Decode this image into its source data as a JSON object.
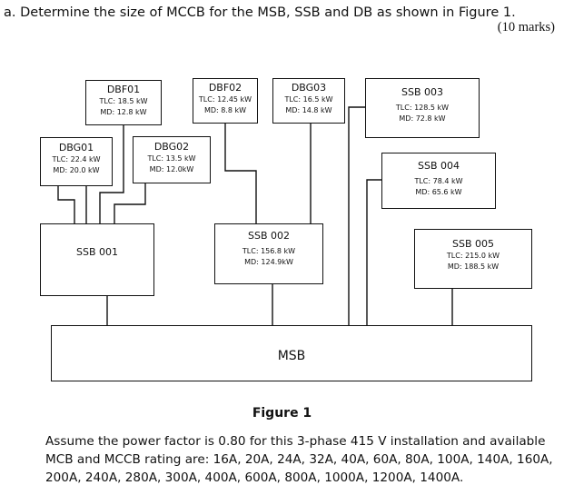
{
  "question": "a.  Determine the size of MCCB for the MSB, SSB and DB as shown in Figure 1.",
  "marks": "(10 marks)",
  "boxes": {
    "dbf01": {
      "name": "DBF01",
      "tlc": "TLC: 18.5 kW",
      "md": "MD: 12.8 kW"
    },
    "dbf02": {
      "name": "DBF02",
      "tlc": "TLC: 12.45 kW",
      "md": "MD: 8.8 kW"
    },
    "dbg03": {
      "name": "DBG03",
      "tlc": "TLC: 16.5 kW",
      "md": "MD: 14.8 kW"
    },
    "dbg01": {
      "name": "DBG01",
      "tlc": "TLC: 22.4 kW",
      "md": "MD: 20.0 kW"
    },
    "dbg02": {
      "name": "DBG02",
      "tlc": "TLC: 13.5 kW",
      "md": "MD: 12.0kW"
    },
    "ssb001": {
      "name": "SSB 001"
    },
    "ssb002": {
      "name": "SSB 002",
      "tlc": "TLC: 156.8 kW",
      "md": "MD: 124.9kW"
    },
    "ssb003": {
      "name": "SSB 003",
      "tlc": "TLC: 128.5 kW",
      "md": "MD: 72.8 kW"
    },
    "ssb004": {
      "name": "SSB 004",
      "tlc": "TLC: 78.4 kW",
      "md": "MD: 65.6 kW"
    },
    "ssb005": {
      "name": "SSB 005",
      "tlc": "TLC: 215.0 kW",
      "md": "MD: 188.5 kW"
    },
    "msb": {
      "name": "MSB"
    }
  },
  "figure_caption": "Figure 1",
  "note": "Assume the power factor is 0.80 for this 3-phase 415 V installation and available MCB and MCCB rating are: 16A, 20A, 24A, 32A, 40A, 60A, 80A, 100A, 140A, 160A, 200A, 240A, 280A, 300A, 400A, 600A, 800A, 1000A, 1200A, 1400A."
}
